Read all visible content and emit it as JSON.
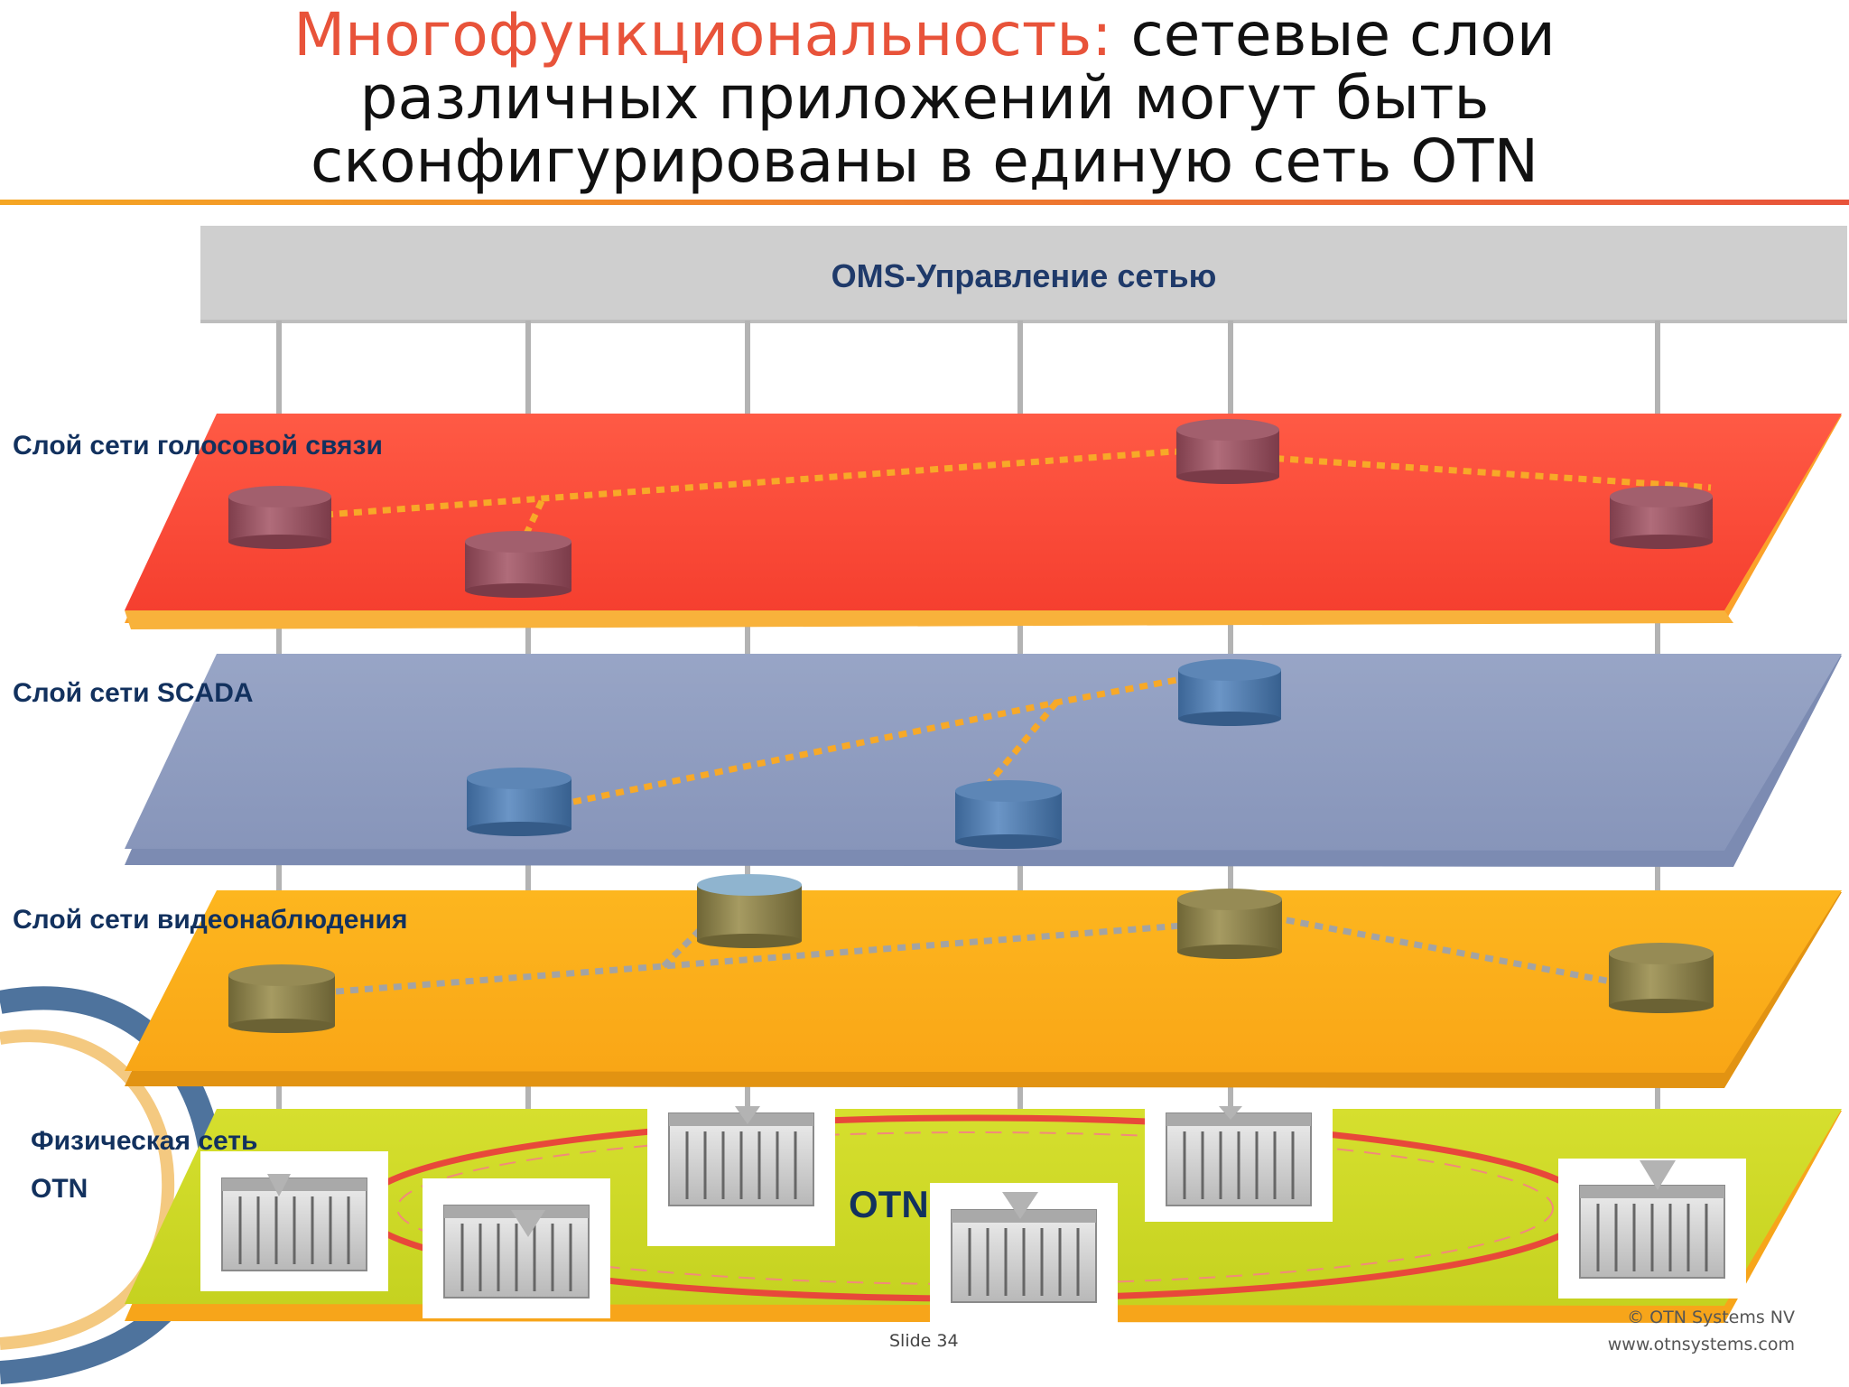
{
  "title": {
    "accent": "Многофункциональность:",
    "line1_rest": " сетевые слои",
    "line2": "различных приложений могут быть",
    "line3": "сконфигурированы в единую сеть OTN"
  },
  "oms_bar": {
    "label": "OMS-Управление сетью",
    "color": "#cfcfcf"
  },
  "layers": [
    {
      "label": "Слой сети голосовой связи",
      "color": "#fb4c3a",
      "node_color": "#9a5665",
      "link_color": "#f5a623"
    },
    {
      "label": "Слой сети SCADA",
      "color": "#8f9dc0",
      "node_color": "#4d79ad",
      "link_color": "#f5a623"
    },
    {
      "label": "Слой сети видеонаблюдения",
      "color": "#fbae1d",
      "node_color": "#8e8450",
      "link_color": "#a3a3a3"
    },
    {
      "label_line1": "Физическая сеть",
      "label_line2": "OTN",
      "color": "#cbd728",
      "ring_color": "#e8483a"
    }
  ],
  "otn_center_label": "OTN",
  "slide_number": "Slide 34",
  "company": {
    "name": "© OTN Systems NV",
    "url": "www.otnsystems.com"
  },
  "icons": [
    "otn-device-icon",
    "ring-decoration"
  ]
}
